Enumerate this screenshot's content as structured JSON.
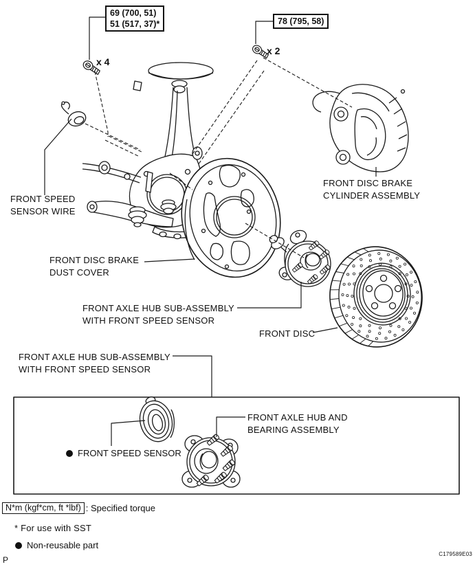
{
  "figure": {
    "code": "C179589E03",
    "page_marker": "P"
  },
  "torque_specs": {
    "knuckle": {
      "values": [
        "69 (700, 51)",
        "51 (517, 37)*"
      ],
      "count": "x 4"
    },
    "caliper": {
      "values": [
        "78 (795, 58)"
      ],
      "count": "x 2"
    }
  },
  "part_labels": {
    "speed_sensor_wire": [
      "FRONT SPEED",
      "SENSOR WIRE"
    ],
    "brake_cylinder": [
      "FRONT DISC BRAKE",
      "CYLINDER ASSEMBLY"
    ],
    "dust_cover": [
      "FRONT DISC BRAKE",
      "DUST COVER"
    ],
    "axle_hub_upper": [
      "FRONT AXLE HUB SUB-ASSEMBLY",
      "WITH FRONT SPEED SENSOR"
    ],
    "front_disc": "FRONT DISC",
    "axle_hub_lower": [
      "FRONT AXLE HUB SUB-ASSEMBLY",
      "WITH FRONT SPEED SENSOR"
    ],
    "front_speed_sensor": "FRONT SPEED SENSOR",
    "hub_bearing": [
      "FRONT AXLE HUB AND",
      "BEARING ASSEMBLY"
    ]
  },
  "legend": {
    "torque_unit": "N*m (kgf*cm, ft *lbf)",
    "torque_desc": ": Specified torque",
    "sst_note": "* For use with SST",
    "non_reusable": "Non-reusable part"
  }
}
